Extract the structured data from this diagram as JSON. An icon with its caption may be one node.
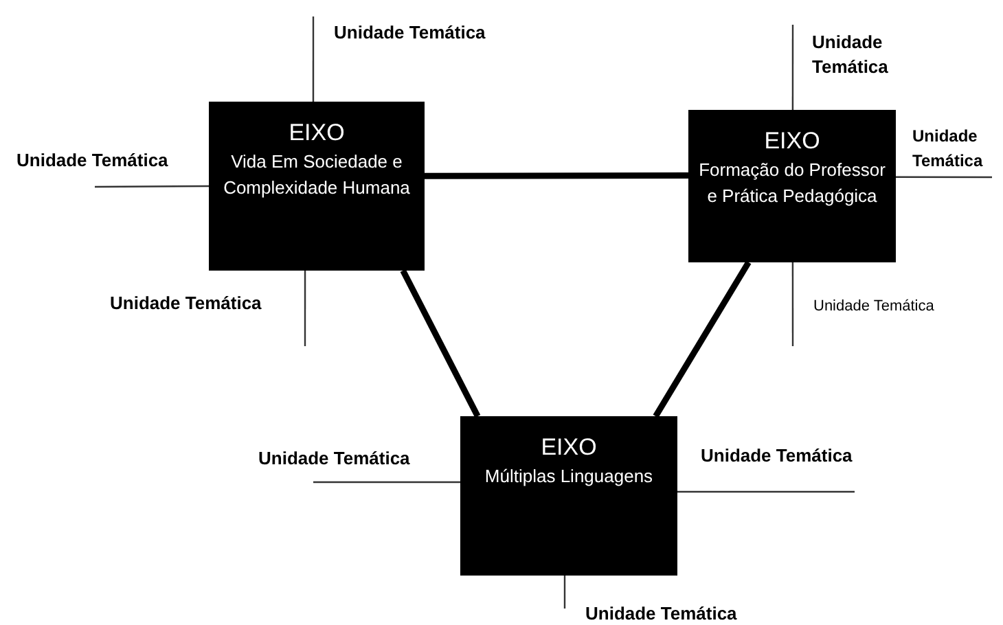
{
  "diagram": {
    "nodes": [
      {
        "text": [
          "EIXO",
          "Vida Em Sociedade e Complexidade Humana"
        ]
      },
      {
        "text": [
          "EIXO",
          "Formação do Professor e Prática Pedagógica"
        ]
      },
      {
        "text": [
          "EIXO",
          "Múltiplas Linguagens"
        ]
      }
    ],
    "edges": [
      {
        "from": 0,
        "to": 1,
        "arrow": "none",
        "style": "thick"
      },
      {
        "from": 0,
        "to": 2,
        "arrow": "none",
        "style": "thick"
      },
      {
        "from": 1,
        "to": 2,
        "arrow": "none",
        "style": "thick"
      },
      {
        "from": 0,
        "to": null,
        "arrow": "none"
      },
      {
        "from": 0,
        "to": null,
        "arrow": "none"
      },
      {
        "from": 0,
        "to": null,
        "arrow": "none"
      },
      {
        "from": 1,
        "to": null,
        "arrow": "none"
      },
      {
        "from": 1,
        "to": null,
        "arrow": "none"
      },
      {
        "from": 1,
        "to": null,
        "arrow": "none"
      },
      {
        "from": 2,
        "to": null,
        "arrow": "none"
      },
      {
        "from": 2,
        "to": null,
        "arrow": "none"
      },
      {
        "from": 2,
        "to": null,
        "arrow": "none"
      }
    ],
    "labels": [
      "Unidade Temática",
      "Unidade Temática",
      "Unidade Temática",
      "Unidade Temática",
      "Unidade Temática",
      "Unidade Temática",
      "Unidade Temática",
      "Unidade Temática",
      "Unidade Temática"
    ]
  }
}
